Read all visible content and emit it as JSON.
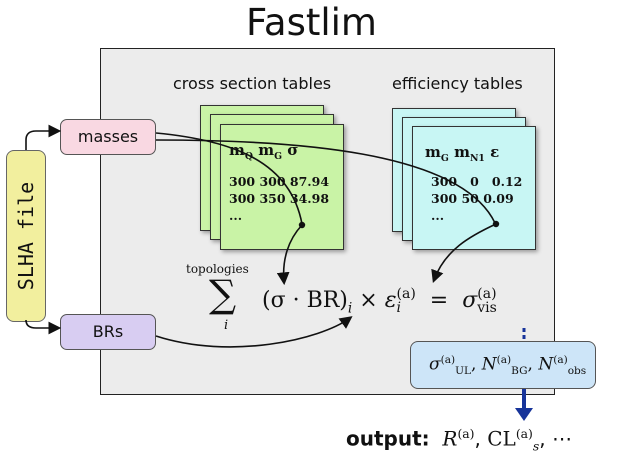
{
  "title": "Fastlim",
  "headers": {
    "cross_section": "cross section tables",
    "efficiency": "efficiency tables"
  },
  "inputs": {
    "slha": "SLHA file",
    "masses": "masses",
    "brs": "BRs"
  },
  "cross_section_table": {
    "col1": "m",
    "col1_sub": "Q",
    "col2": "m",
    "col2_sub": "G",
    "col3": "σ",
    "rows": [
      [
        "300",
        "300",
        "87.94"
      ],
      [
        "300",
        "350",
        "34.98"
      ],
      [
        "...",
        "",
        ""
      ]
    ]
  },
  "efficiency_table": {
    "col1": "m",
    "col1_sub": "G",
    "col2": "m",
    "col2_sub": "N1",
    "col3": "ε",
    "rows": [
      [
        "300",
        "0",
        "0.12"
      ],
      [
        "300",
        "50",
        "0.09"
      ],
      [
        "...",
        "",
        ""
      ]
    ]
  },
  "formula": {
    "sum_over": "topologies",
    "sum_symbol": "∑",
    "sum_index": "i",
    "body": "(σ · BR)",
    "body_sub": "i",
    "times": "×",
    "eps": "ε",
    "eps_sub": "i",
    "eps_sup": "(a)",
    "eq": "=",
    "sigma": "σ",
    "sigma_sub": "vis",
    "sigma_sup": "(a)"
  },
  "limits": {
    "s1": "σ",
    "s1_sub": "UL",
    "n1": "N",
    "n1_sub": "BG",
    "n2": "N",
    "n2_sub": "obs",
    "sup": "(a)",
    "sep": ", "
  },
  "output": {
    "label": "output:",
    "r": "R",
    "cl": "CL",
    "cl_sub": "s",
    "sup": "(a)",
    "sep": ", ",
    "dots": "⋯"
  },
  "colors": {
    "frame_bg": "#ececec",
    "slha_bg": "#f2ef9e",
    "masses_bg": "#f9d8e2",
    "brs_bg": "#d8cdf2",
    "xsec_bg": "#c9f3a6",
    "eff_bg": "#c8f6f4",
    "limits_bg": "#cde5f8",
    "output_arrow": "#17349a"
  }
}
